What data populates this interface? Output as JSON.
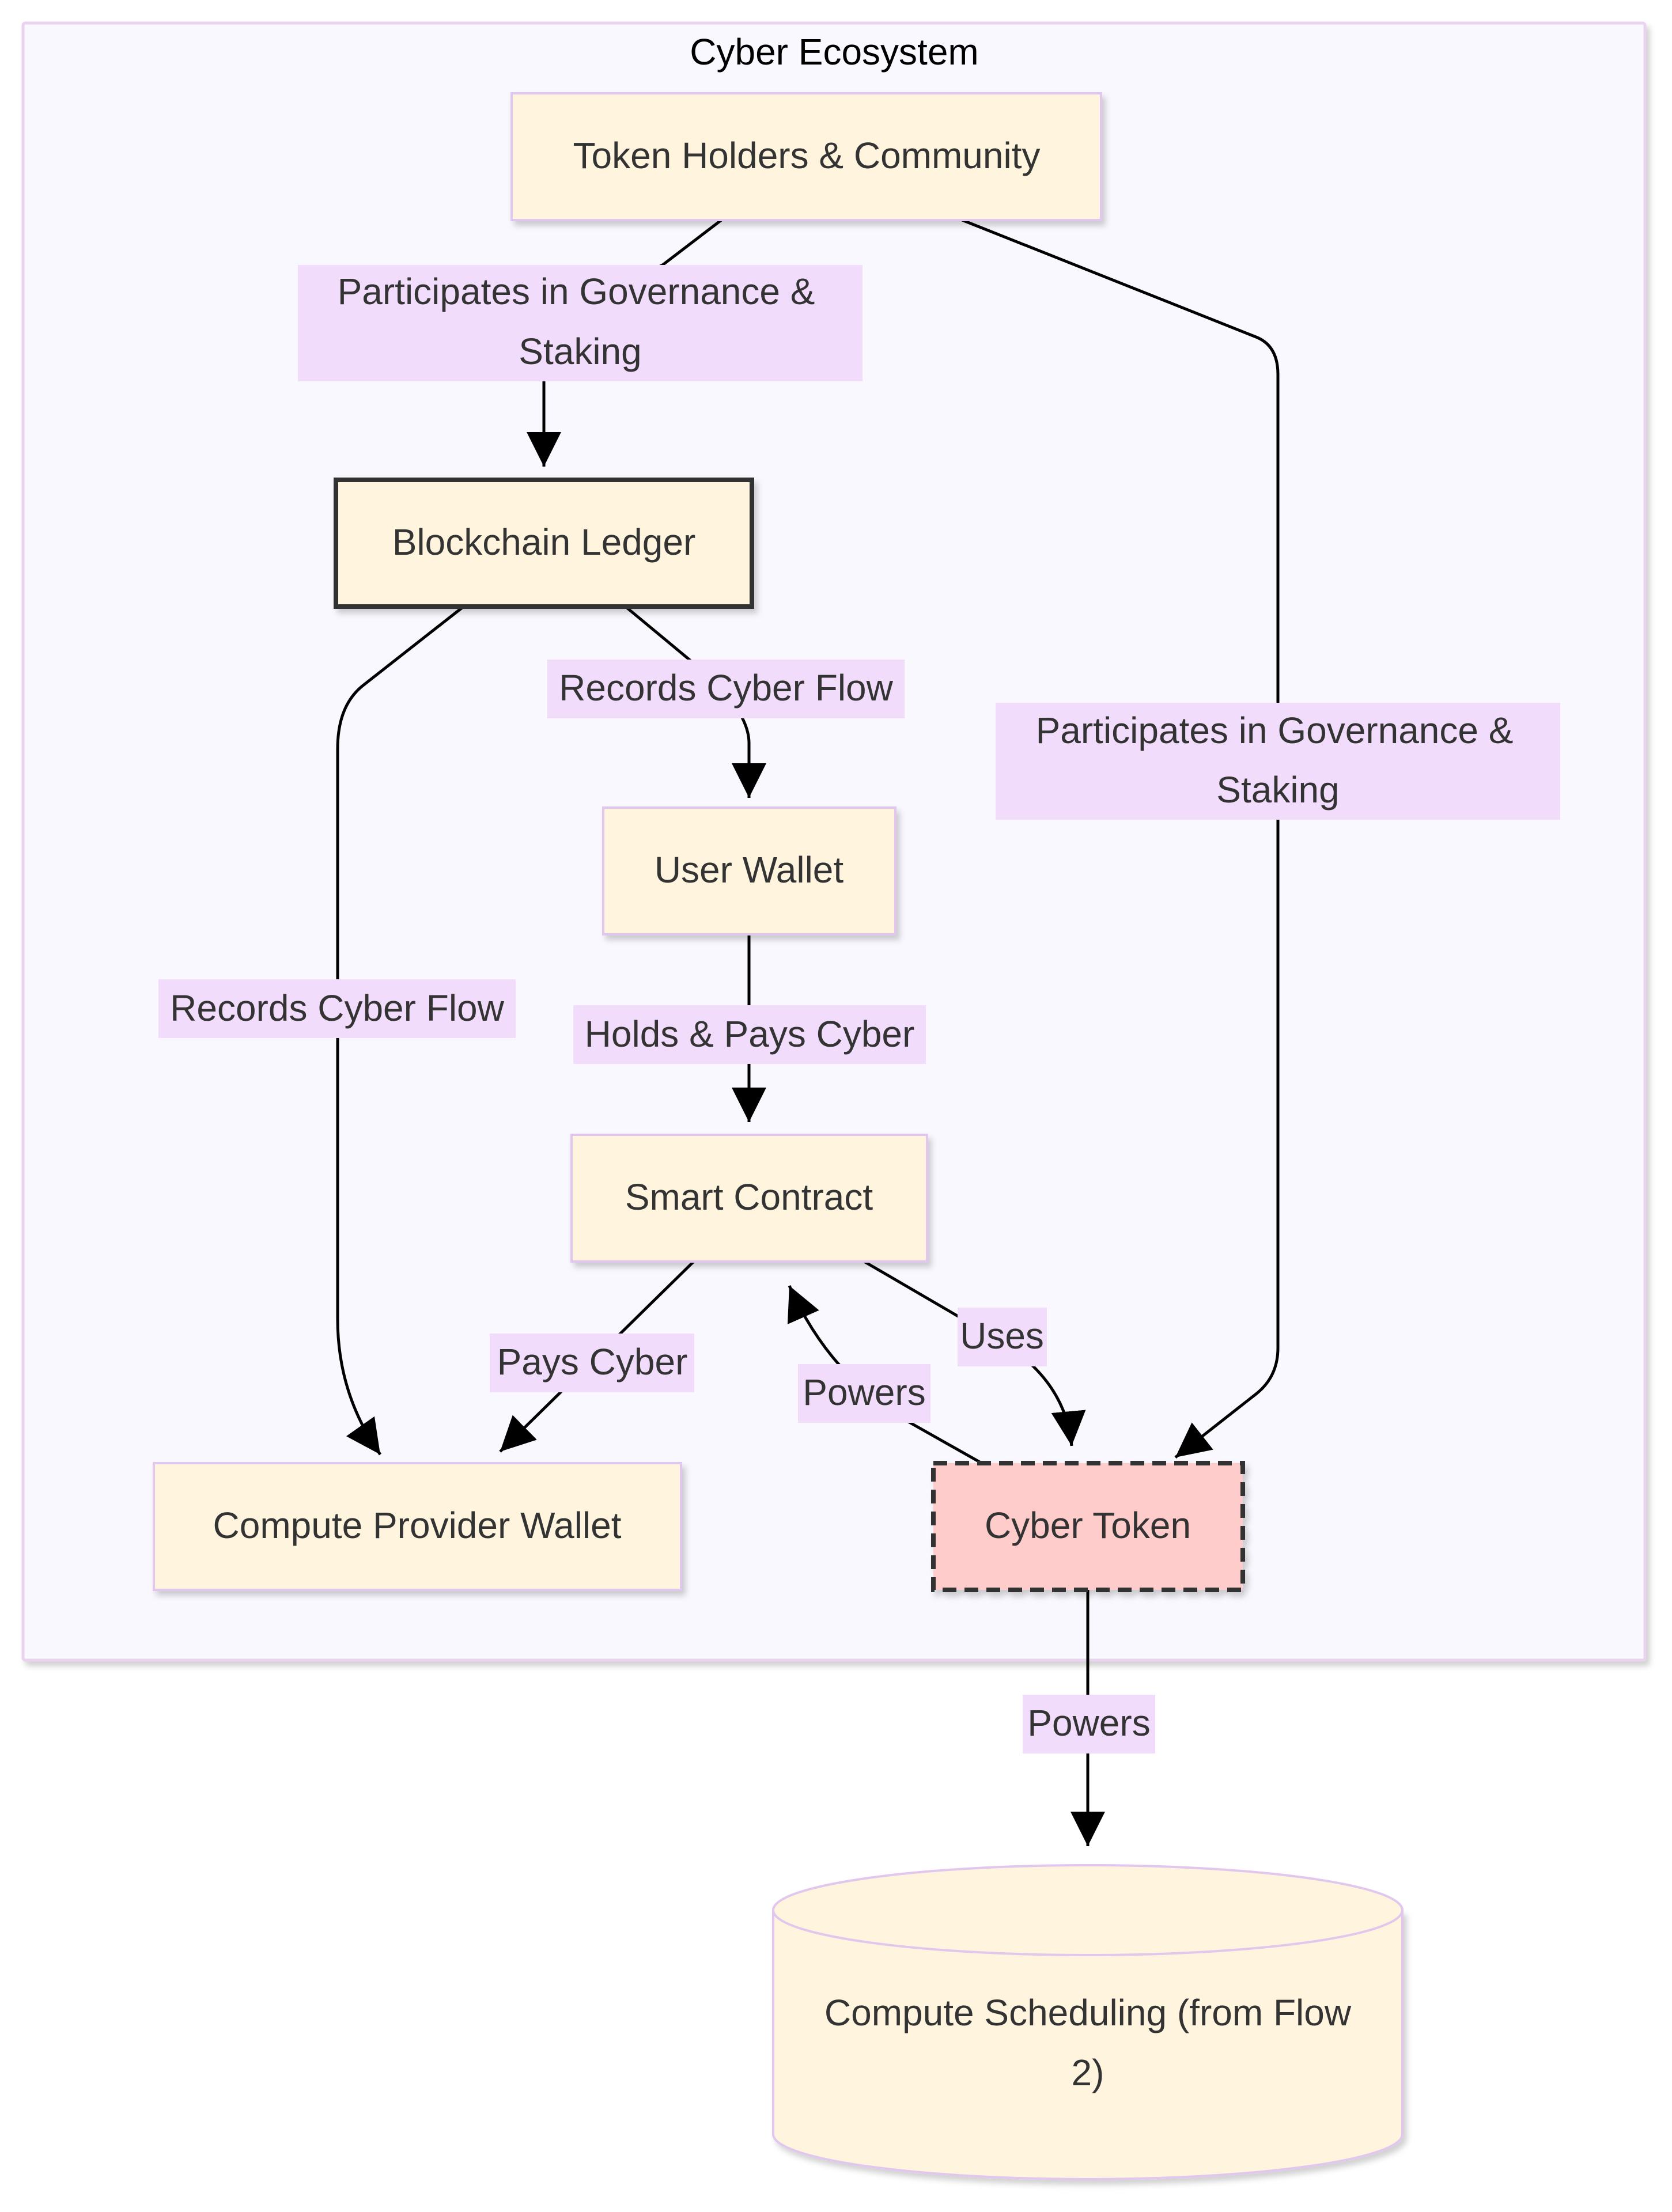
{
  "cluster": {
    "title": "Cyber Ecosystem"
  },
  "nodes": {
    "token_holders": "Token Holders & Community",
    "blockchain_ledger": "Blockchain Ledger",
    "user_wallet": "User Wallet",
    "smart_contract": "Smart Contract",
    "compute_provider_wallet": "Compute Provider Wallet",
    "cyber_token": "Cyber Token",
    "compute_scheduling": [
      "Compute Scheduling (from Flow",
      "2)"
    ]
  },
  "edges": {
    "holders_to_ledger": [
      "Participates in Governance &",
      "Staking"
    ],
    "holders_to_token": [
      "Participates in Governance &",
      "Staking"
    ],
    "ledger_to_wallet": "Records Cyber Flow",
    "ledger_to_provider": "Records Cyber Flow",
    "wallet_to_contract": "Holds & Pays Cyber",
    "contract_to_provider": "Pays Cyber",
    "contract_to_token": "Uses",
    "token_to_contract": "Powers",
    "token_to_scheduling": "Powers"
  },
  "colors": {
    "cluster_fill": "#f8f8fe",
    "cluster_stroke": "#e9d3ee",
    "node_fill": "#fff4dd",
    "node_stroke": "#e1c7ee",
    "ledger_stroke": "#333333",
    "token_fill": "#ffcccc",
    "token_stroke": "#333333",
    "edge_label_bg": "#f2dcfb"
  }
}
